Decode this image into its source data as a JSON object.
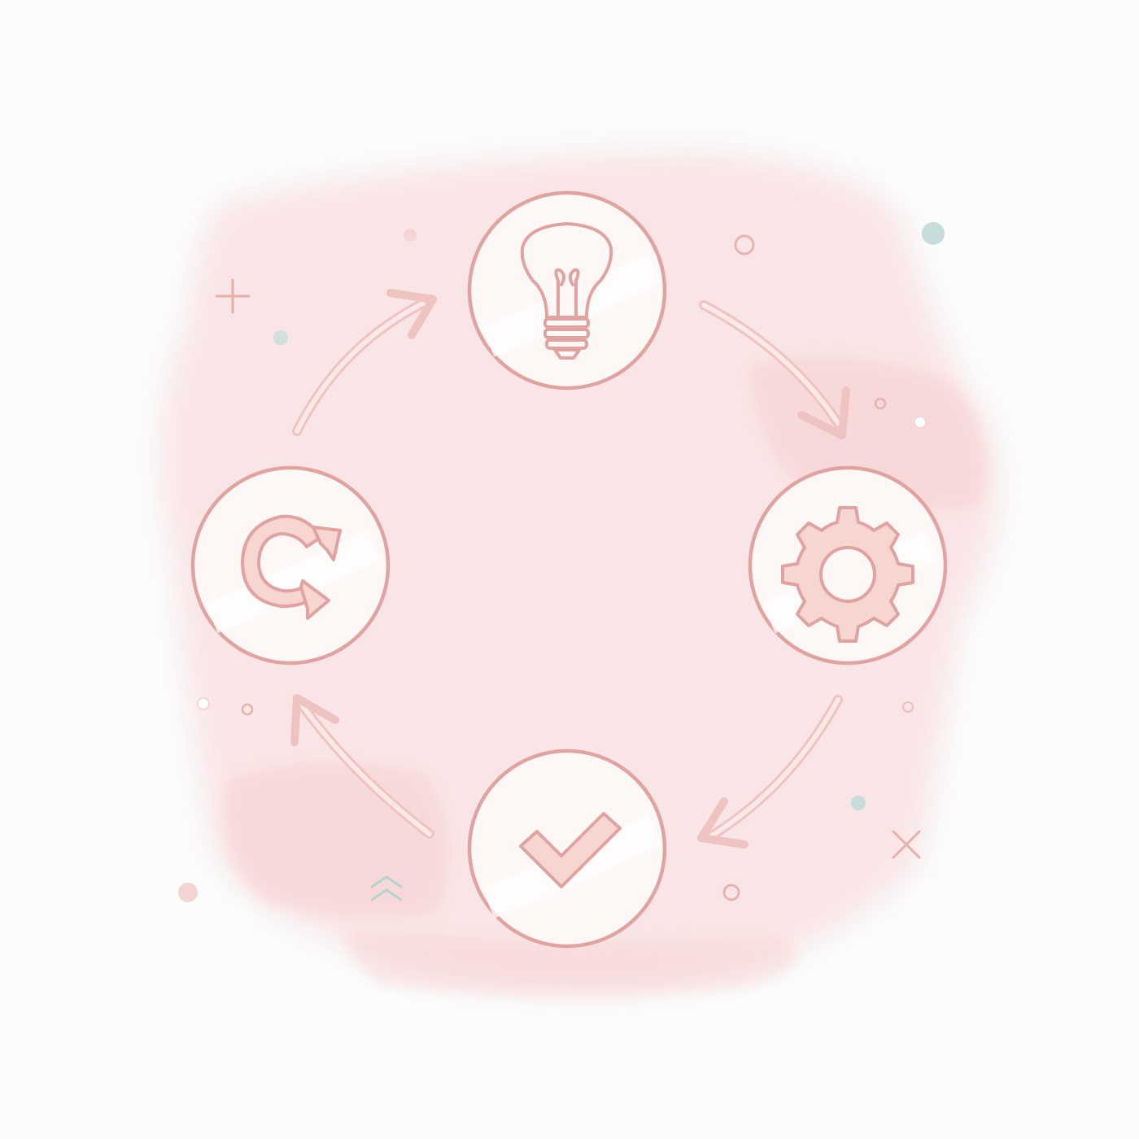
{
  "diagram": {
    "type": "cycle",
    "nodes": [
      {
        "id": "idea",
        "icon": "lightbulb-icon"
      },
      {
        "id": "develop",
        "icon": "gear-icon"
      },
      {
        "id": "complete",
        "icon": "checkmark-icon"
      },
      {
        "id": "iterate",
        "icon": "refresh-icon"
      }
    ],
    "edges": [
      {
        "from": "idea",
        "to": "develop"
      },
      {
        "from": "develop",
        "to": "complete"
      },
      {
        "from": "complete",
        "to": "iterate"
      },
      {
        "from": "iterate",
        "to": "idea"
      }
    ]
  },
  "colors": {
    "background": "#fbfcfc",
    "wash": "#f9dcdc",
    "line": "#e0a3a0",
    "arrow": "#f1c9c5",
    "fill": "#f7d9d6",
    "accent_teal": "#c9dcdc"
  }
}
